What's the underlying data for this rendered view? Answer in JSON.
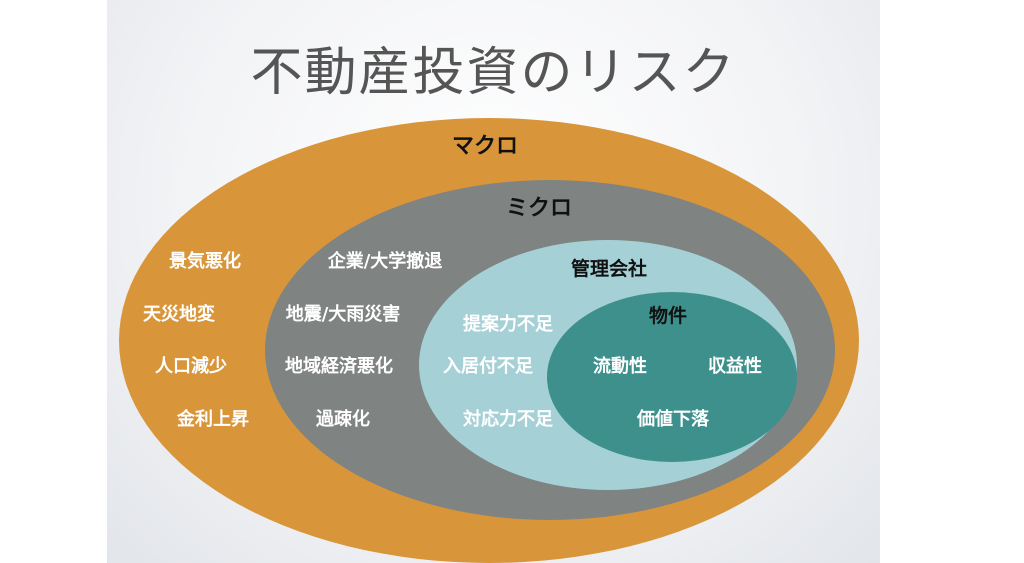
{
  "title": "不動産投資のリスク",
  "colors": {
    "macro": "#d8953a",
    "micro": "#7f8381",
    "management": "#a5d1d6",
    "property": "#3d908c"
  },
  "macro": {
    "heading": "マクロ",
    "items": [
      "景気悪化",
      "天災地変",
      "人口減少",
      "金利上昇"
    ]
  },
  "micro": {
    "heading": "ミクロ",
    "items": [
      "企業/大学撤退",
      "地震/大雨災害",
      "地域経済悪化",
      "過疎化"
    ]
  },
  "management": {
    "heading": "管理会社",
    "items": [
      "提案力不足",
      "入居付不足",
      "対応力不足"
    ]
  },
  "property": {
    "heading": "物件",
    "items": [
      "流動性",
      "収益性",
      "価値下落"
    ]
  }
}
